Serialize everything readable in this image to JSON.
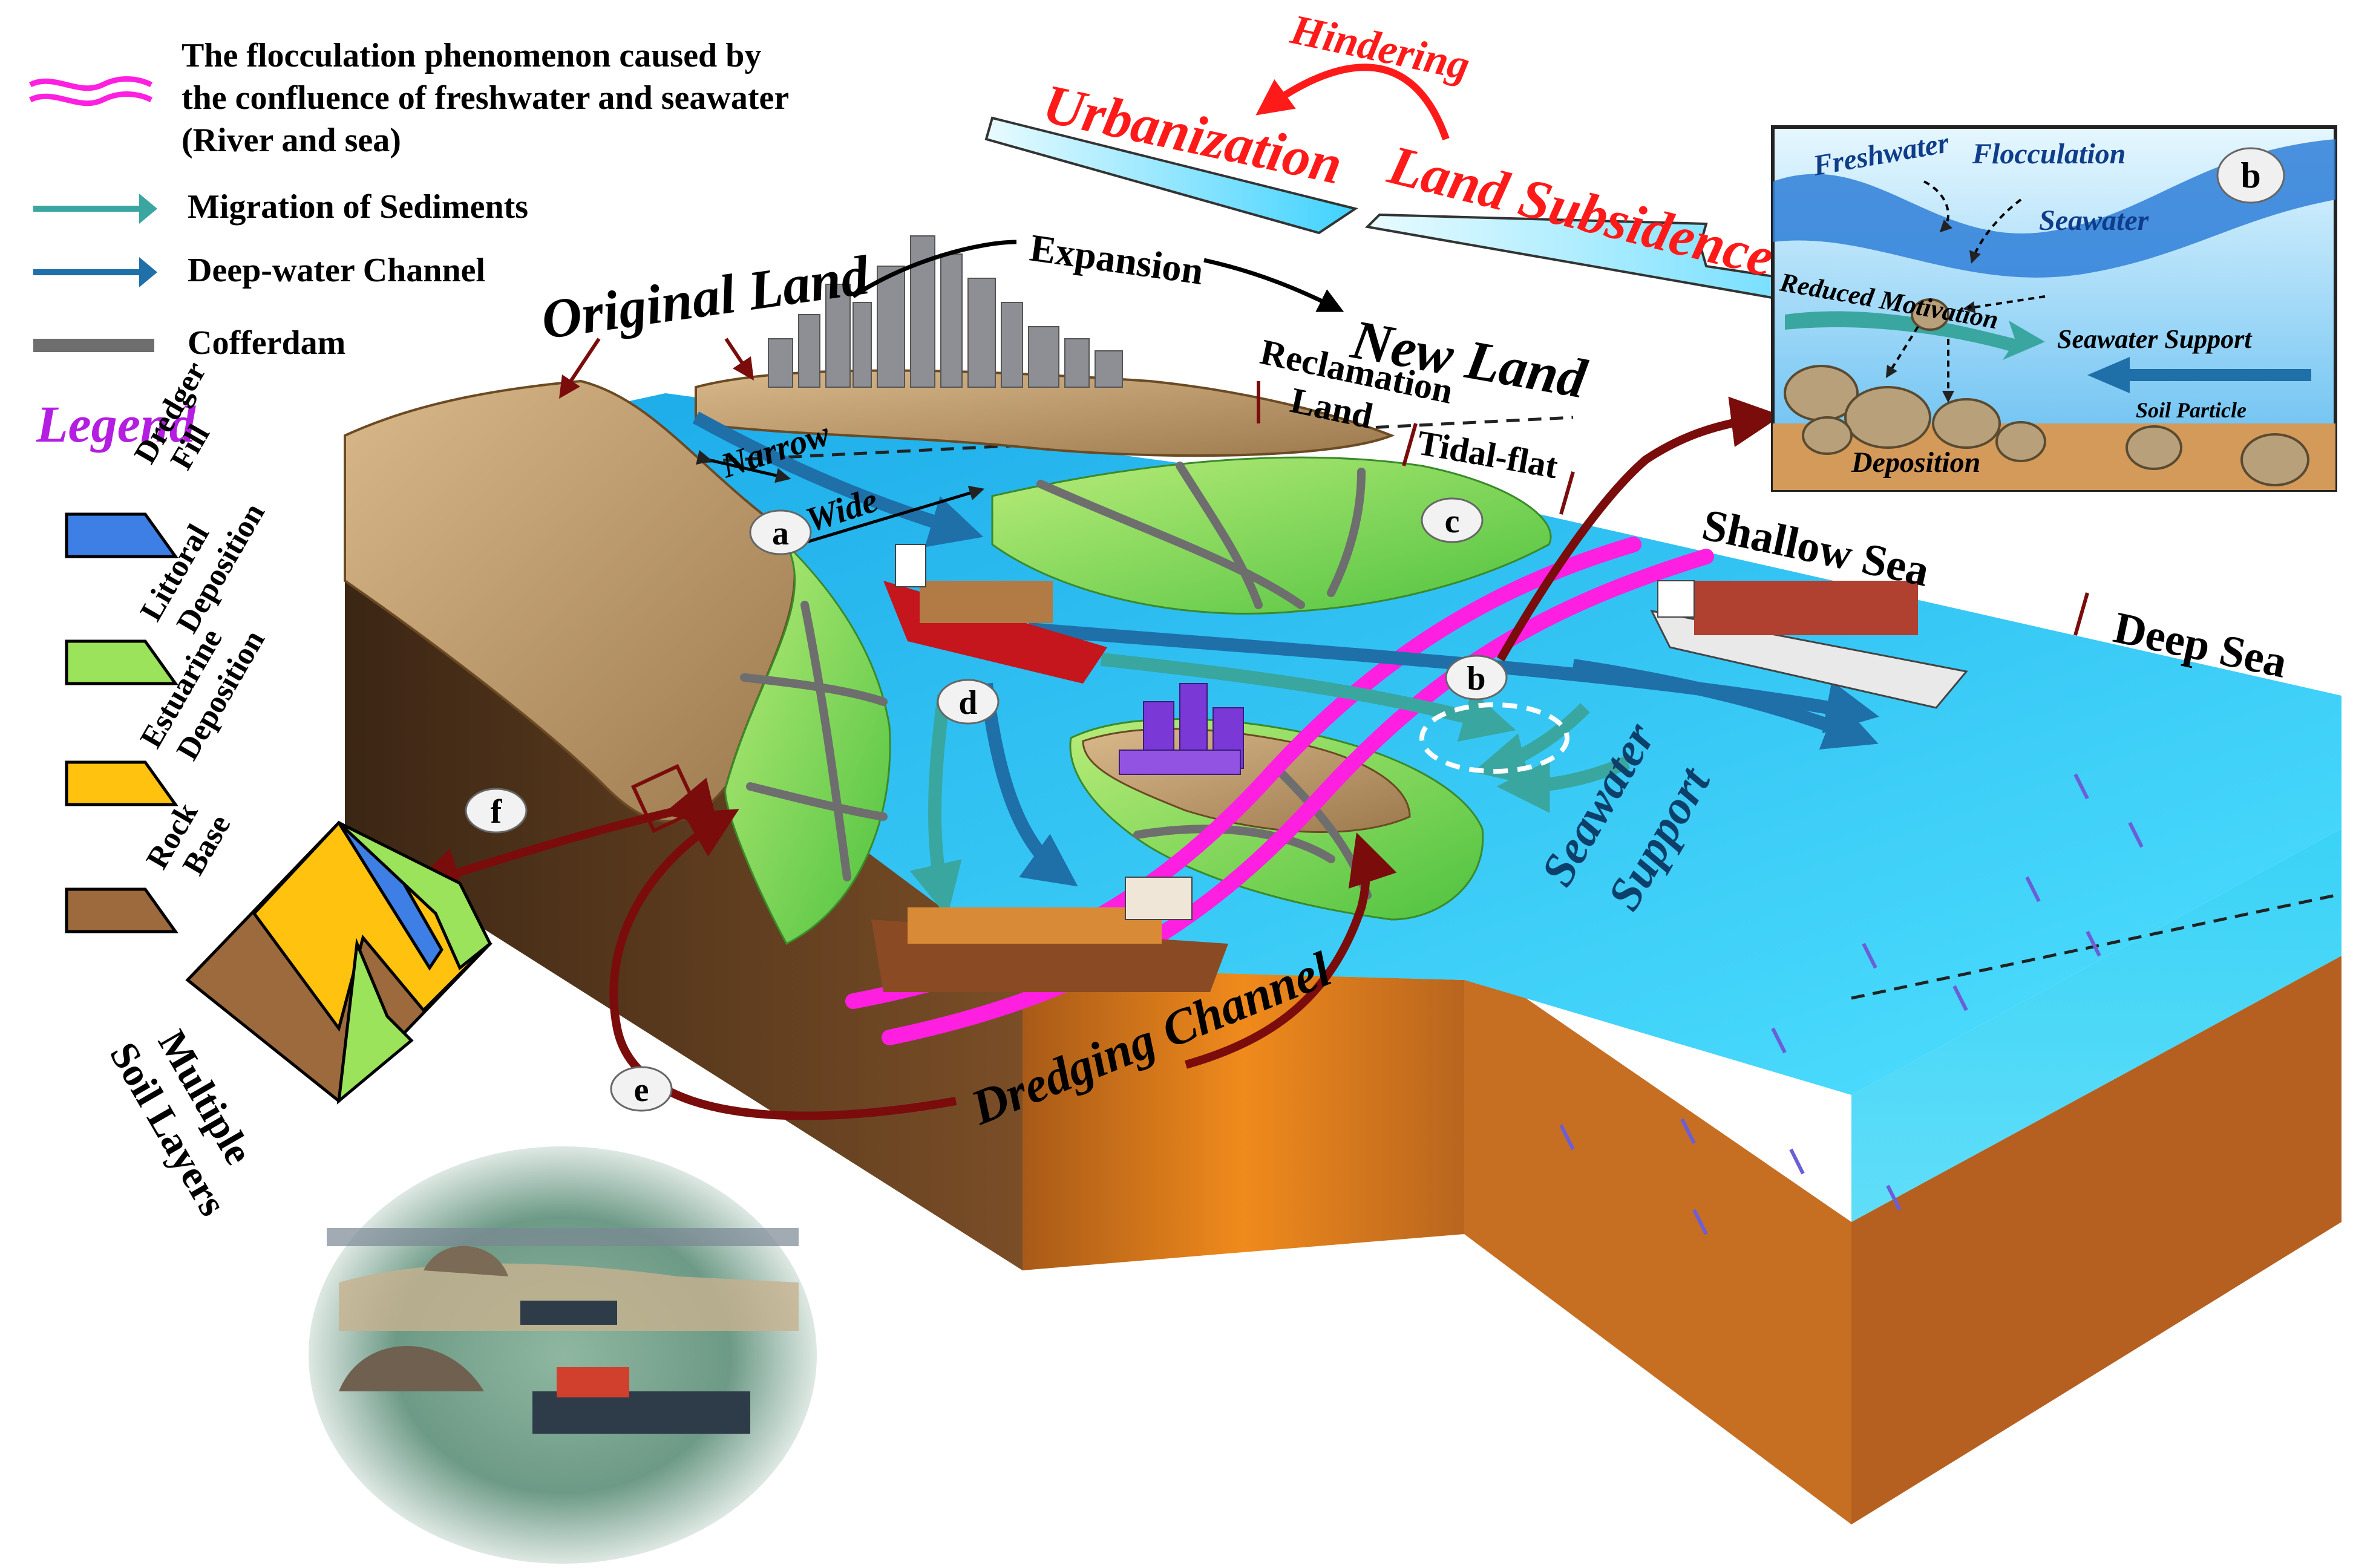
{
  "legend_lines": {
    "flocculation_1": "The flocculation phenomenon caused  by",
    "flocculation_2": "the confluence of freshwater and seawater",
    "flocculation_3": "(River and sea)",
    "migration": "Migration of Sediments",
    "deep_channel": "Deep-water Channel",
    "cofferdam": "Cofferdam"
  },
  "legend": {
    "title": "Legend",
    "dredger_1": "Dredger",
    "dredger_2": "Fill",
    "littoral_1": "Littoral",
    "littoral_2": "Deposition",
    "estuarine_1": "Estuarine",
    "estuarine_2": "Deposition",
    "rock_1": "Rock",
    "rock_2": "Base"
  },
  "top": {
    "hindering": "Hindering",
    "urbanization": "Urbanization",
    "land_subsidence": "Land Subsidence"
  },
  "map": {
    "original_land": "Original Land",
    "expansion": "Expansion",
    "new_land": "New Land",
    "reclamation_1": "Reclamation",
    "reclamation_2": "Land",
    "tidal_flat": "Tidal-flat",
    "narrow": "Narrow",
    "wide": "Wide",
    "shallow_sea": "Shallow Sea",
    "deep_sea": "Deep Sea",
    "seawater_support_1": "Seawater",
    "seawater_support_2": "Support",
    "dredging_channel": "Dredging Channel"
  },
  "inset_b": {
    "freshwater": "Freshwater",
    "flocculation": "Flocculation",
    "seawater": "Seawater",
    "reduced_motivation": "Reduced Motivation",
    "seawater_support": "Seawater Support",
    "soil_particle": "Soil Particle",
    "deposition": "Deposition",
    "badge": "b"
  },
  "markers": {
    "a": "a",
    "b": "b",
    "c": "c",
    "d": "d",
    "e": "e",
    "f": "f"
  },
  "soil_layers": {
    "line_1": "Multiple",
    "line_2": "Soil Layers"
  },
  "colors": {
    "dredger_fill": "#3e7fe6",
    "littoral": "#9be35a",
    "estuarine": "#ffc20e",
    "rock_base": "#9c6a3c",
    "flocculation_line": "#ff1fe0",
    "migration_arrow": "#3aa6a0",
    "deep_channel_arrow": "#1f6fa8",
    "cofferdam": "#6e6e6e",
    "sea": "#27c4f2",
    "title_red": "#ff1a1a",
    "legend_purple": "#b41ee0",
    "marker_arrow": "#7a0c0c"
  }
}
